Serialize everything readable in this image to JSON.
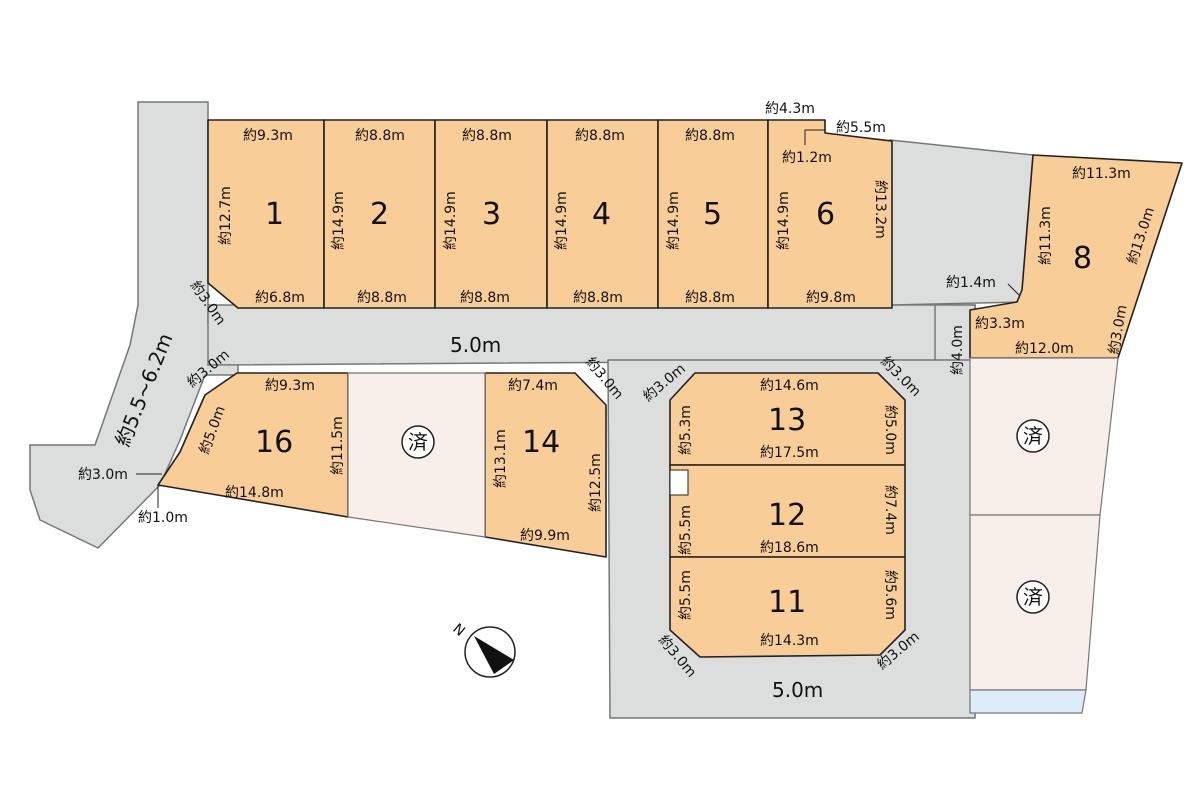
{
  "roads": {
    "main_width": "5.0m",
    "lower_width": "5.0m",
    "left_width": "約5.5~6.2m"
  },
  "lots": [
    {
      "number": "1",
      "dims": [
        "約9.3m",
        "約12.7m",
        "約6.8m",
        "約3.0m"
      ]
    },
    {
      "number": "2",
      "dims": [
        "約8.8m",
        "約14.9m",
        "約8.8m"
      ]
    },
    {
      "number": "3",
      "dims": [
        "約8.8m",
        "約14.9m",
        "約8.8m"
      ]
    },
    {
      "number": "4",
      "dims": [
        "約8.8m",
        "約14.9m",
        "約8.8m"
      ]
    },
    {
      "number": "5",
      "dims": [
        "約8.8m",
        "約14.9m",
        "約8.8m"
      ]
    },
    {
      "number": "6",
      "dims": [
        "約4.3m",
        "約5.5m",
        "約1.2m",
        "約14.9m",
        "約13.2m",
        "約9.8m"
      ]
    },
    {
      "number": "8",
      "dims": [
        "約11.3m",
        "約11.3m",
        "約13.0m",
        "約1.4m",
        "約3.3m",
        "約3.0m",
        "約12.0m",
        "約4.0m"
      ]
    },
    {
      "number": "16",
      "dims": [
        "約3.0m",
        "約9.3m",
        "約5.0m",
        "約11.5m",
        "約14.8m",
        "約3.0m",
        "約1.0m"
      ]
    },
    {
      "number": "14",
      "dims": [
        "約7.4m",
        "約3.0m",
        "約13.1m",
        "約12.5m",
        "約9.9m"
      ]
    },
    {
      "number": "13",
      "dims": [
        "約3.0m",
        "約14.6m",
        "約3.0m",
        "約5.3m",
        "約5.0m",
        "約17.5m"
      ]
    },
    {
      "number": "12",
      "dims": [
        "約5.5m",
        "約7.4m",
        "約18.6m"
      ]
    },
    {
      "number": "11",
      "dims": [
        "約5.5m",
        "約5.6m",
        "約14.3m",
        "約3.0m",
        "約3.0m"
      ]
    }
  ],
  "sold_label": "済",
  "compass": "N",
  "colors": {
    "lot": "#f8cd98",
    "road": "#dcdddd",
    "sold": "#f8efea",
    "water": "#dcecf8"
  }
}
